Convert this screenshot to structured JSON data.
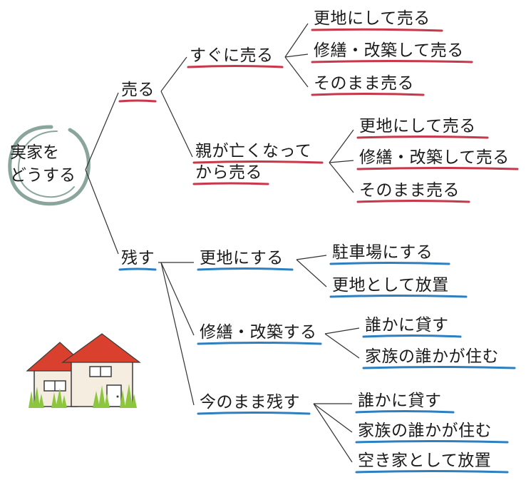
{
  "colors": {
    "red_underline": "#c8374a",
    "blue_underline": "#2e7fc0",
    "circle": "#8aa59b",
    "line": "#333333"
  },
  "root": {
    "line1": "実家を",
    "line2": "どうする"
  },
  "branches": {
    "sell": {
      "label": "売る",
      "soon": {
        "label": "すぐに売る",
        "leaves": [
          "更地にして売る",
          "修繕・改築して売る",
          "そのまま売る"
        ]
      },
      "after": {
        "line1": "親が亡くなって",
        "line2": "から売る",
        "leaves": [
          "更地にして売る",
          "修繕・改築して売る",
          "そのまま売る"
        ]
      }
    },
    "keep": {
      "label": "残す",
      "vacant": {
        "label": "更地にする",
        "leaves": [
          "駐車場にする",
          "更地として放置"
        ]
      },
      "renovate": {
        "label": "修繕・改築する",
        "leaves": [
          "誰かに貸す",
          "家族の誰かが住む"
        ]
      },
      "asis": {
        "label": "今のまま残す",
        "leaves": [
          "誰かに貸す",
          "家族の誰かが住む",
          "空き家として放置"
        ]
      }
    }
  }
}
